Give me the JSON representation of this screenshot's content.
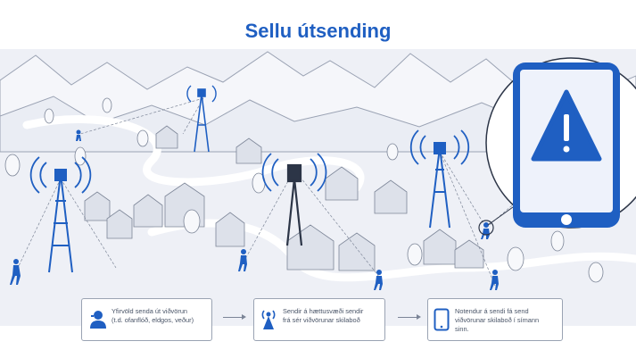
{
  "title": "Sellu útsending",
  "steps": [
    {
      "line1": "Yfirvöld senda út viðvörun",
      "line2": "(t.d. ofanflóð, eldgos, veður)",
      "icon": "authority-speaker-icon"
    },
    {
      "line1": "Sendir á hættusvæði sendir",
      "line2": "frá sér viðvörunar skilaboð",
      "icon": "broadcast-tower-icon"
    },
    {
      "line1": "Notendur á sendi fá send",
      "line2": "viðvörunar skilaboð í símann",
      "line3": "sinn.",
      "icon": "phone-icon"
    }
  ],
  "colors": {
    "accent": "#1f5fc2",
    "scene": "#e9ecf3",
    "line": "#8a93a4",
    "house": "#d0d5df"
  },
  "phone_alert_icon": "warning-triangle-icon"
}
